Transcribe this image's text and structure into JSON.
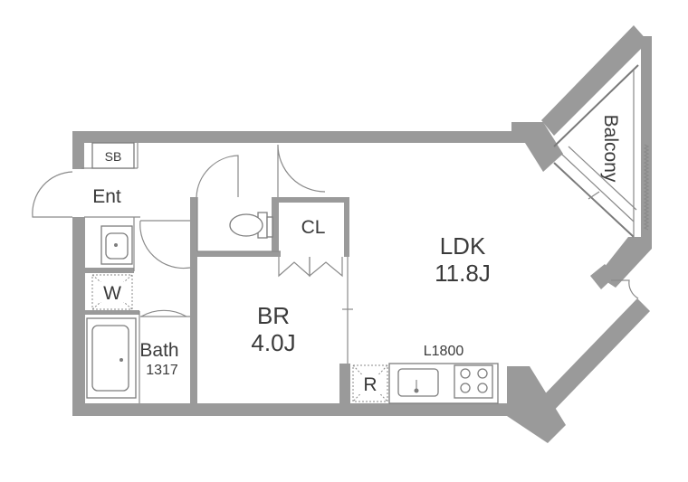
{
  "rooms": {
    "shoe_box": "SB",
    "entrance": "Ent",
    "closet": "CL",
    "washer": "W",
    "bath": "Bath",
    "bath_size": "1317",
    "bedroom": "BR",
    "bedroom_size": "4.0J",
    "ldk": "LDK",
    "ldk_size": "11.8J",
    "kitchen_length": "L1800",
    "refrigerator": "R",
    "balcony": "Balcony"
  }
}
